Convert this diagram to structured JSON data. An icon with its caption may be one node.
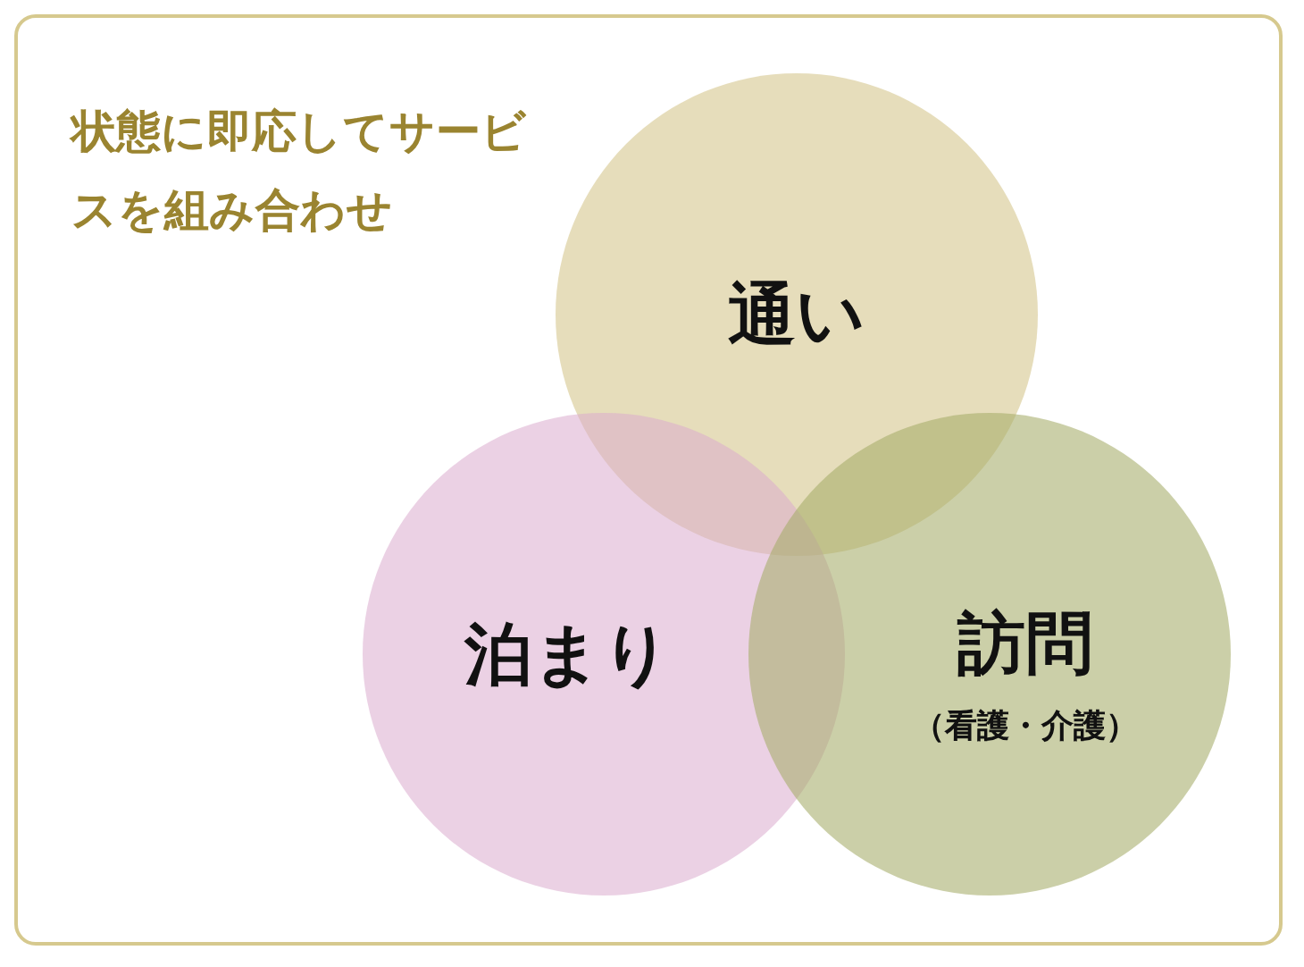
{
  "diagram": {
    "nodes": [
      {
        "text": [
          "通い"
        ]
      },
      {
        "text": [
          "泊まり"
        ]
      },
      {
        "text": [
          "訪問",
          "（看護・介護）"
        ]
      }
    ],
    "edges": [],
    "labels": [
      "状態に即応してサービスを組み合わせ"
    ]
  }
}
